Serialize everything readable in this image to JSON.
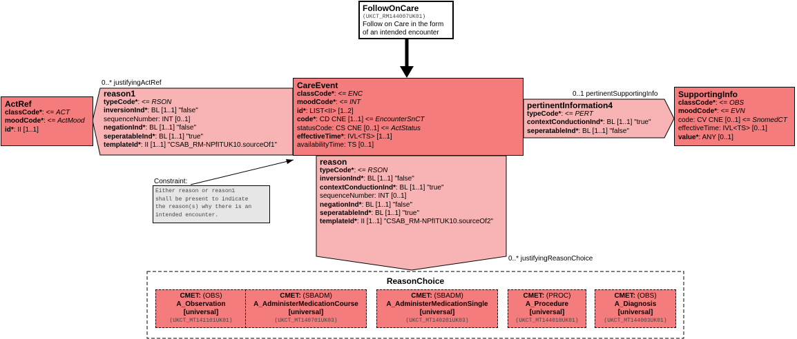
{
  "follow_on_care": {
    "title": "FollowOnCare",
    "id": "(UKCT_RM144007UK01)",
    "description_line1": "Follow on Care in the form",
    "description_line2": "of an intended encounter"
  },
  "care_event": {
    "title": "CareEvent",
    "attrs": [
      {
        "name": "classCode*",
        "value": ": <= ",
        "italic": "ENC"
      },
      {
        "name": "moodCode*",
        "value": ": <= ",
        "italic": "INT"
      },
      {
        "name": "id*",
        "value": ": LIST<II> [1..2]",
        "italic": ""
      },
      {
        "name": "code*",
        "value": ": CD CNE [1..1] <= ",
        "italic": "EncounterSnCT"
      },
      {
        "plain": "statusCode: CS CNE [0..1] <= ",
        "italic": "ActStatus"
      },
      {
        "name": "effectiveTime*",
        "value": ": IVL<TS> [1..1]",
        "italic": ""
      },
      {
        "plain": "availabilityTime: TS [0..1]",
        "italic": ""
      }
    ]
  },
  "act_ref": {
    "title": "ActRef",
    "attrs": [
      {
        "name": "classCode*",
        "value": ": <= ",
        "italic": "ACT"
      },
      {
        "name": "moodCode*",
        "value": ": <= ",
        "italic": "ActMood"
      },
      {
        "name": "id*",
        "value": ": II [1..1]",
        "italic": ""
      }
    ]
  },
  "reason1": {
    "title": "reason1",
    "label": "0..* justifyingActRef",
    "attrs": [
      {
        "name": "typeCode*",
        "value": ": <= ",
        "italic": "RSON"
      },
      {
        "name": "inversionInd*",
        "value": ": BL [1..1] \"false\"",
        "italic": ""
      },
      {
        "plain": "sequenceNumber: INT [0..1]",
        "italic": ""
      },
      {
        "name": "negationInd*",
        "value": ": BL [1..1] \"false\"",
        "italic": ""
      },
      {
        "name": "seperatableInd*",
        "value": ": BL [1..1] \"true\"",
        "italic": ""
      },
      {
        "name": "templateId*",
        "value": ": II [1..1] \"CSAB_RM-NPfITUK10.sourceOf1\"",
        "italic": ""
      }
    ]
  },
  "pertinent_information4": {
    "title": "pertinentInformation4",
    "label": "0..1 pertinentSupportingInfo",
    "attrs": [
      {
        "name": "typeCode*",
        "value": ": <= ",
        "italic": "PERT"
      },
      {
        "name": "contextConductionInd*",
        "value": ": BL [1..1] \"true\"",
        "italic": ""
      },
      {
        "name": "seperatableInd*",
        "value": ": BL [1..1] \"false\"",
        "italic": ""
      }
    ]
  },
  "supporting_info": {
    "title": "SupportingInfo",
    "attrs": [
      {
        "name": "classCode*",
        "value": ": <= ",
        "italic": "OBS"
      },
      {
        "name": "moodCode*",
        "value": ": <= ",
        "italic": "EVN"
      },
      {
        "plain": "code: CV CNE [0..1] <= ",
        "italic": "SnomedCT"
      },
      {
        "plain": "effectiveTime: IVL<TS> [0..1]",
        "italic": ""
      },
      {
        "name": "value*",
        "value": ": ANY [0..1]",
        "italic": ""
      }
    ]
  },
  "reason": {
    "title": "reason",
    "label": "0..* justifyingReasonChoice",
    "attrs": [
      {
        "name": "typeCode*",
        "value": ": <= ",
        "italic": "RSON"
      },
      {
        "name": "inversionInd*",
        "value": ": BL [1..1] \"false\"",
        "italic": ""
      },
      {
        "name": "contextConductionInd*",
        "value": ": BL [1..1] \"true\"",
        "italic": ""
      },
      {
        "plain": "sequenceNumber: INT [0..1]",
        "italic": ""
      },
      {
        "name": "negationInd*",
        "value": ": BL [1..1] \"false\"",
        "italic": ""
      },
      {
        "name": "seperatableInd*",
        "value": ": BL [1..1] \"true\"",
        "italic": ""
      },
      {
        "name": "templateId*",
        "value": ": II [1..1] \"CSAB_RM-NPfITUK10.sourceOf2\"",
        "italic": ""
      }
    ]
  },
  "constraint": {
    "label": "Constraint:",
    "lines": [
      "Either reason or reason1",
      "shall be present to indicate",
      "the reason(s) why there is an",
      "intended encounter."
    ]
  },
  "reason_choice": {
    "title": "ReasonChoice",
    "cmets": [
      {
        "cmet": "CMET:",
        "code": " (OBS)",
        "name": "A_Observation",
        "scope": "[universal]",
        "id": "(UKCT_MT141101UK01)"
      },
      {
        "cmet": "CMET:",
        "code": " (SBADM)",
        "name": "A_AdministerMedicationCourse",
        "scope": "[universal]",
        "id": "(UKCT_MT140701UK03)"
      },
      {
        "cmet": "CMET:",
        "code": " (SBADM)",
        "name": "A_AdministerMedicationSingle",
        "scope": "[universal]",
        "id": "(UKCT_MT140201UK03)"
      },
      {
        "cmet": "CMET:",
        "code": " (PROC)",
        "name": "A_Procedure",
        "scope": "[universal]",
        "id": "(UKCT_MT144010UK01)"
      },
      {
        "cmet": "CMET:",
        "code": " (OBS)",
        "name": "A_Diagnosis",
        "scope": "[universal]",
        "id": "(UKCT_MT144003UK01)"
      }
    ]
  },
  "colors": {
    "class_fill": "#f47c7c",
    "link_fill": "#f8b4b4",
    "constraint_fill": "#e6e6e6"
  }
}
